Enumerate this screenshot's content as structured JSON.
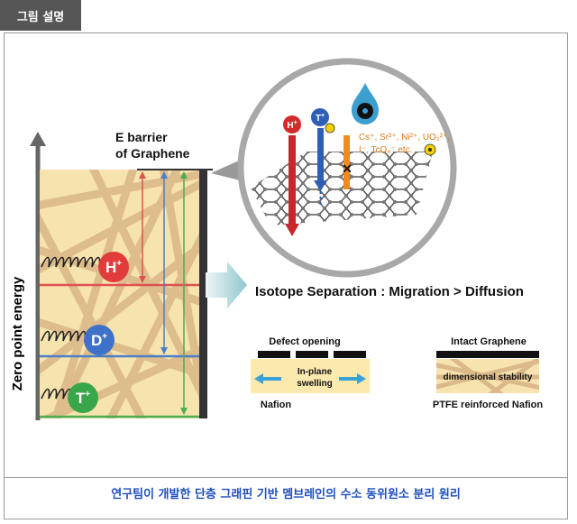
{
  "header": {
    "tag_label": "그림 설명"
  },
  "diagram": {
    "y_axis_label": "Zero point energy",
    "barrier_label_line1": "E barrier",
    "barrier_label_line2": "of Graphene",
    "isotopes": [
      {
        "symbol": "H",
        "sup": "+",
        "color": "#e23b3b"
      },
      {
        "symbol": "D",
        "sup": "+",
        "color": "#3d72c8"
      },
      {
        "symbol": "T",
        "sup": "+",
        "color": "#3aa64a"
      }
    ],
    "level_colors": {
      "H": "#e05050",
      "D": "#4a7fc8",
      "T": "#4cae4c"
    },
    "inset": {
      "ions_line1": "Cs⁺, Sr²⁺, Ni²⁺, UO₂²⁺,",
      "ions_line2": "I⁻, TcO₄⁻ etc.",
      "ion_text_color": "#e07a16",
      "radiation_icon": "radiation-icon",
      "droplet_icon": "water-droplet-radiation-icon"
    },
    "separation_text": "Isotope Separation : Migration > Diffusion",
    "nafion": {
      "top_label": "Defect opening",
      "inner_line1": "In-plane",
      "inner_line2": "swelling",
      "bottom_label": "Nafion"
    },
    "ptfe": {
      "top_label": "Intact Graphene",
      "inner_label": "dimensional stability",
      "bottom_label": "PTFE reinforced Nafion"
    }
  },
  "footer": {
    "caption": "연구팀이 개발한 단층 그래핀 기반 멤브레인의 수소 동위원소 분리 원리"
  }
}
